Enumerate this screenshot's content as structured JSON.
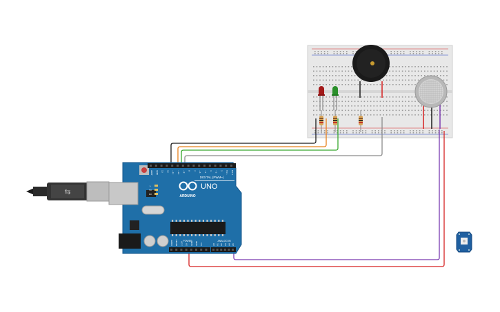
{
  "board": {
    "logo_text": "UNO",
    "brand_text": "ARDUINO",
    "digital_label": "DIGITAL (PWM~)",
    "power_label": "POWER",
    "analog_label": "ANALOG IN",
    "top_pins": [
      "AREF",
      "GND",
      "13",
      "12",
      "~11",
      "~10",
      "~9",
      "8",
      "7",
      "~6",
      "~5",
      "4",
      "~3",
      "2",
      "TX 1",
      "RX 0"
    ],
    "power_pins": [
      "IOREF",
      "RESET",
      "3.3V",
      "5V",
      "GND",
      "GND",
      "Vin"
    ],
    "analog_pins": [
      "A0",
      "A1",
      "A2",
      "A3",
      "A4",
      "A5"
    ],
    "led_labels": [
      "L",
      "TX",
      "RX"
    ]
  },
  "components": {
    "board_color": "#1f6fa8",
    "led_red_color": "#a31a1a",
    "led_green_color": "#2a8f2a",
    "buzzer_color": "#1a1a1a",
    "sensor_color": "#c8c8c8",
    "module_color": "#1f5fa0"
  },
  "wires": {
    "black": "#1a1a1a",
    "orange": "#e8801a",
    "green": "#36a82c",
    "gray": "#8a8a8a",
    "red": "#d62020",
    "purple": "#7a3ab0"
  }
}
